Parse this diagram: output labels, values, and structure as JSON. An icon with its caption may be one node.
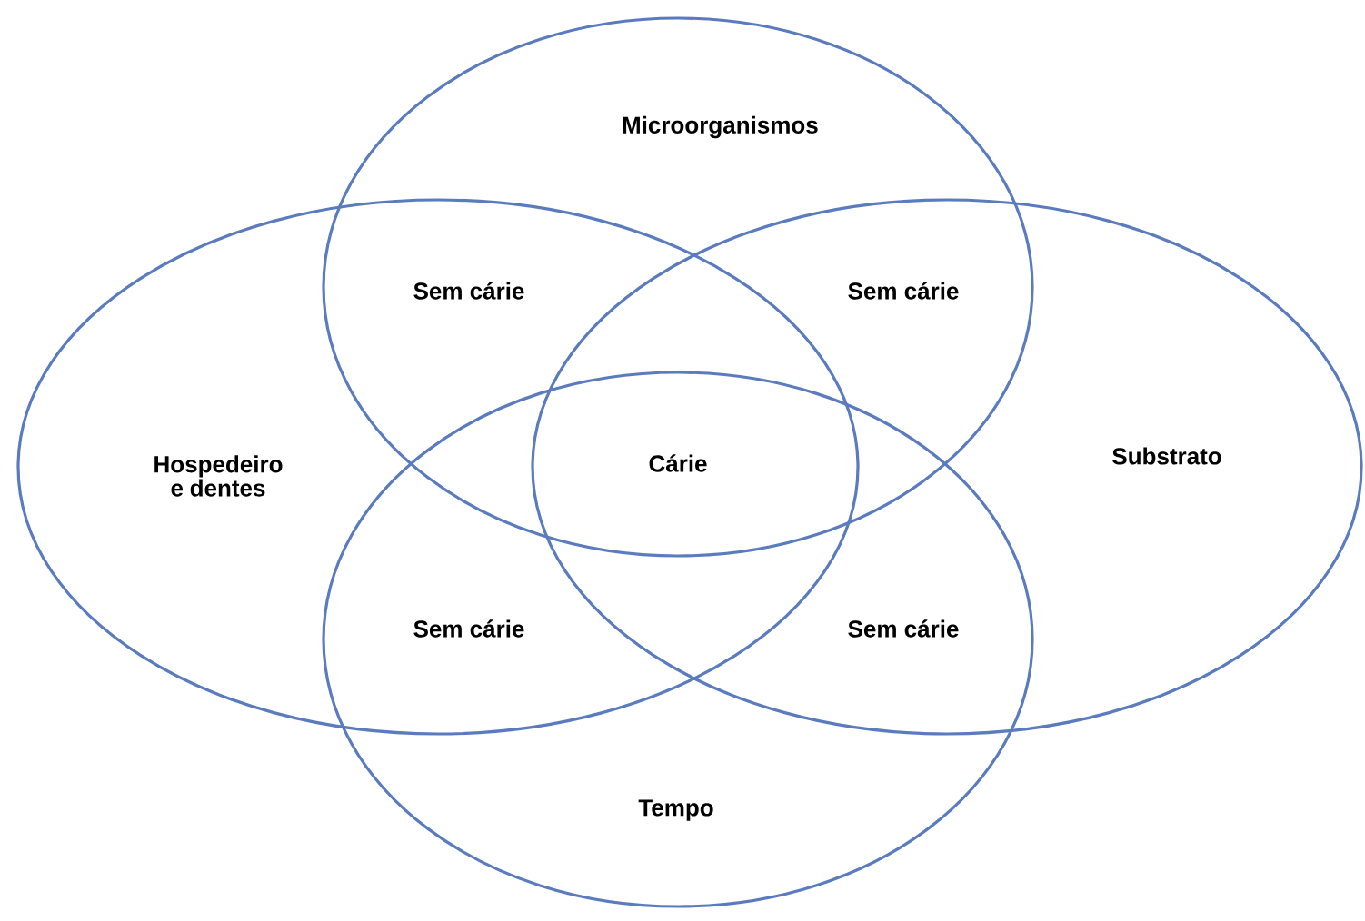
{
  "diagram": {
    "nodes": [
      {
        "text": [
          "Microorganismos"
        ]
      },
      {
        "text": [
          "Hospedeiro e dentes"
        ]
      },
      {
        "text": [
          "Substrato"
        ]
      },
      {
        "text": [
          "Tempo"
        ]
      }
    ],
    "labels": [
      "Sem cárie",
      "Sem cárie",
      "Cárie",
      "Sem cárie",
      "Sem cárie"
    ]
  }
}
